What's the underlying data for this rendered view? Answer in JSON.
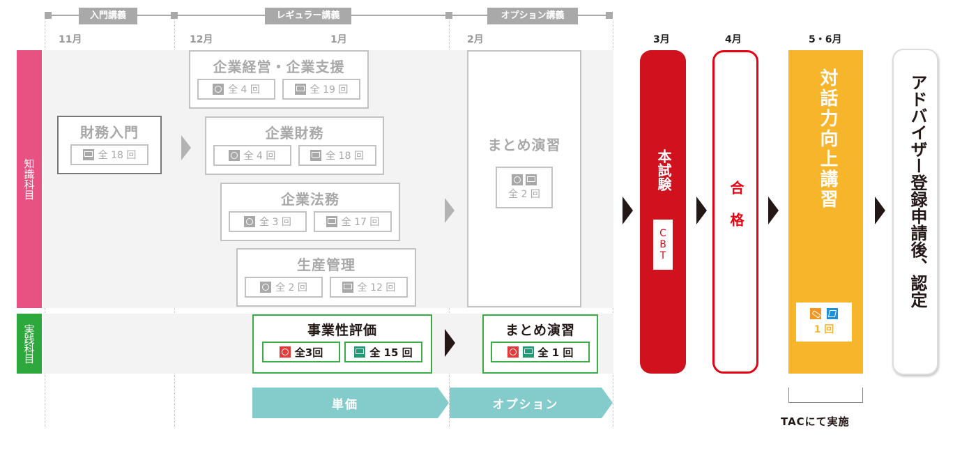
{
  "timeline": {
    "phases": [
      {
        "label": "入門講義"
      },
      {
        "label": "レギュラー講義"
      },
      {
        "label": "オプション講義"
      }
    ],
    "months": [
      "11月",
      "12月",
      "1月",
      "2月",
      "3月",
      "4月",
      "5・6月"
    ]
  },
  "rows": {
    "knowledge": "知識科目",
    "practice": "実践科目"
  },
  "knowledge_courses": {
    "intro": {
      "title": "財務入門",
      "pills": [
        {
          "icon": "web-icon",
          "count": "全 18 回"
        }
      ]
    },
    "mgmt": {
      "title": "企業経営・企業支援",
      "pills": [
        {
          "icon": "dvd-icon",
          "count": "全 4 回"
        },
        {
          "icon": "web-icon",
          "count": "全 19 回"
        }
      ]
    },
    "finance": {
      "title": "企業財務",
      "pills": [
        {
          "icon": "dvd-icon",
          "count": "全 4 回"
        },
        {
          "icon": "web-icon",
          "count": "全 18 回"
        }
      ]
    },
    "law": {
      "title": "企業法務",
      "pills": [
        {
          "icon": "dvd-icon",
          "count": "全 3 回"
        },
        {
          "icon": "web-icon",
          "count": "全 17 回"
        }
      ]
    },
    "prod": {
      "title": "生産管理",
      "pills": [
        {
          "icon": "dvd-icon",
          "count": "全 2 回"
        },
        {
          "icon": "web-icon",
          "count": "全 12 回"
        }
      ]
    },
    "summary": {
      "title": "まとめ演習",
      "count": "全 2 回"
    }
  },
  "practice_courses": {
    "eval": {
      "title": "事業性評価",
      "pills": [
        {
          "icon": "dvd-icon",
          "count": "全3回"
        },
        {
          "icon": "web-icon",
          "count": "全 15 回"
        }
      ]
    },
    "summary": {
      "title": "まとめ演習",
      "count": "全 1 回"
    }
  },
  "price": {
    "unit": "単価",
    "option": "オプション"
  },
  "steps": {
    "exam": {
      "title": "本試験",
      "badge": "CBT"
    },
    "pass": {
      "title": "合格"
    },
    "talk": {
      "title": "対話力向上講習",
      "count": "1 回"
    },
    "advisor": {
      "title": "アドバイザー登録申請後、認定"
    }
  },
  "note": "TACにて実施",
  "colors": {
    "knowledge": "#e85283",
    "practice": "#2ca83c",
    "exam": "#cf121d",
    "talk": "#f7b52c",
    "price": "#84cbcb"
  }
}
